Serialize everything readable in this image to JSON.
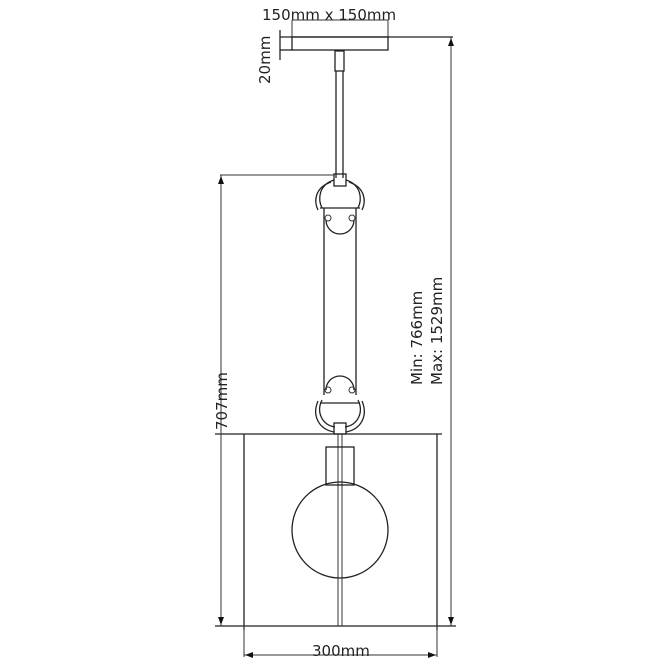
{
  "drawing": {
    "title": "Pendant light dimension drawing",
    "colors": {
      "line": "#222222",
      "background": "#ffffff"
    },
    "dimensions": {
      "canopy": "150mm x 150mm",
      "canopy_depth": "20mm",
      "body_height": "707mm",
      "min_height": "Min: 766mm",
      "max_height": "Max: 1529mm",
      "shade_width": "300mm"
    },
    "components": [
      "ceiling-canopy",
      "suspension-rod",
      "upper-shackle",
      "glass-tube",
      "lower-shackle",
      "square-frame",
      "lamp-holder",
      "globe-bulb",
      "center-rod"
    ]
  }
}
